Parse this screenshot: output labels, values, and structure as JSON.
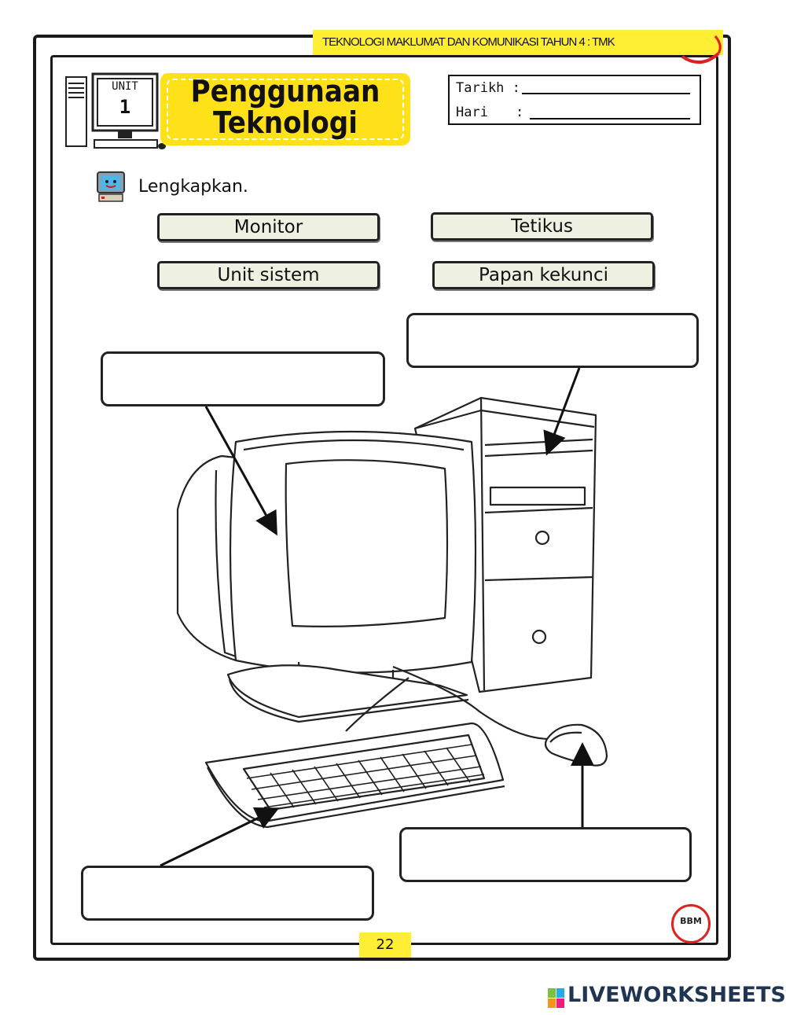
{
  "header": {
    "subject": "TEKNOLOGI MAKLUMAT DAN KOMUNIKASI TAHUN 4 : TMK"
  },
  "unit": {
    "word": "UNIT",
    "number": "1"
  },
  "title": {
    "line1": "Penggunaan",
    "line2": "Teknologi"
  },
  "date_box": {
    "tarikh_label": "Tarikh :",
    "hari_label": "Hari",
    "hari_colon": ":"
  },
  "instruction": "Lengkapkan.",
  "word_bank": [
    "Monitor",
    "Tetikus",
    "Unit sistem",
    "Papan kekunci"
  ],
  "answers": {
    "monitor_label": "",
    "system_unit_label": "",
    "keyboard_label": "",
    "mouse_label": ""
  },
  "footer": {
    "page_number": "22",
    "badge_text": "BBM",
    "brand": "LIVEWORKSHEETS"
  },
  "colors": {
    "highlight": "#ffee33",
    "title_bg": "#ffe11a",
    "chip_bg": "#eef0e2",
    "brand": "#1f3551"
  }
}
